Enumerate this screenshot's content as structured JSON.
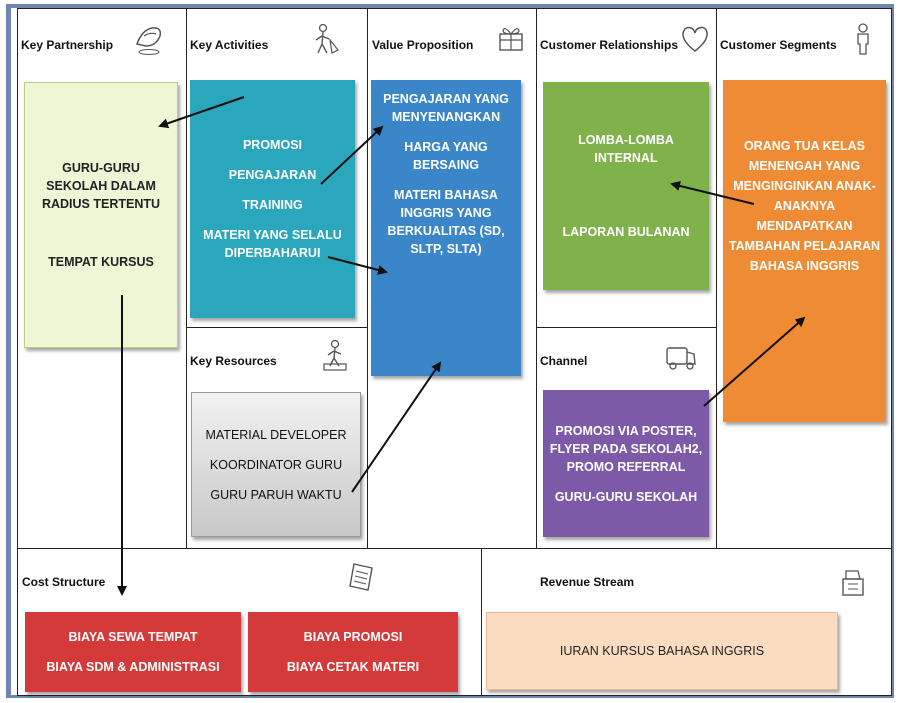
{
  "sections": {
    "key_partnership": {
      "title": "Key Partnership",
      "items": [
        "GURU-GURU",
        "SEKOLAH DALAM",
        "RADIUS TERTENTU",
        "TEMPAT KURSUS"
      ]
    },
    "key_activities": {
      "title": "Key Activities",
      "items": [
        "PROMOSI",
        "PENGAJARAN",
        "TRAINING",
        "MATERI YANG SELALU",
        "DIPERBAHARUI"
      ]
    },
    "key_resources": {
      "title": "Key Resources",
      "items": [
        "MATERIAL DEVELOPER",
        "KOORDINATOR GURU",
        "GURU PARUH WAKTU"
      ]
    },
    "value_proposition": {
      "title": "Value Proposition",
      "items": [
        "PENGAJARAN YANG",
        "MENYENANGKAN",
        "HARGA YANG",
        "BERSAING",
        "MATERI BAHASA",
        "INGGRIS YANG",
        "BERKUALITAS (SD,",
        "SLTP, SLTA)"
      ]
    },
    "customer_relationships": {
      "title": "Customer Relationships",
      "items": [
        "LOMBA-LOMBA",
        "INTERNAL",
        "LAPORAN BULANAN"
      ]
    },
    "channel": {
      "title": "Channel",
      "items": [
        "PROMOSI VIA POSTER,",
        "FLYER PADA SEKOLAH2,",
        "PROMO REFERRAL",
        "GURU-GURU SEKOLAH"
      ]
    },
    "customer_segments": {
      "title": "Customer Segments",
      "items": [
        "ORANG TUA KELAS",
        "MENENGAH YANG",
        "MENGINGINKAN ANAK-",
        "ANAKNYA",
        "MENDAPATKAN",
        "TAMBAHAN PELAJARAN",
        "BAHASA INGGRIS"
      ]
    },
    "cost_structure": {
      "title": "Cost Structure",
      "box1": [
        "BIAYA SEWA TEMPAT",
        "BIAYA SDM & ADMINISTRASI"
      ],
      "box2": [
        "BIAYA PROMOSI",
        "BIAYA CETAK MATERI"
      ]
    },
    "revenue_stream": {
      "title": "Revenue Stream",
      "items": [
        "IURAN KURSUS BAHASA INGGRIS"
      ]
    }
  },
  "colors": {
    "frame": "#6f86b3",
    "partnership_box": "#eef6d6",
    "activities_box": "#2aa6bd",
    "resources_box": "#d9d9d9",
    "value_box": "#3b86c9",
    "relationships_box": "#7fb24a",
    "channel_box": "#7c5aa8",
    "segments_box": "#ef8b35",
    "cost_box": "#d43a3a",
    "revenue_box": "#fbdcc0"
  },
  "icons": [
    "handshake-icon",
    "worker-icon",
    "gift-icon",
    "heart-icon",
    "person-icon",
    "worker-resources-icon",
    "truck-icon",
    "document-icon",
    "cash-register-icon"
  ]
}
